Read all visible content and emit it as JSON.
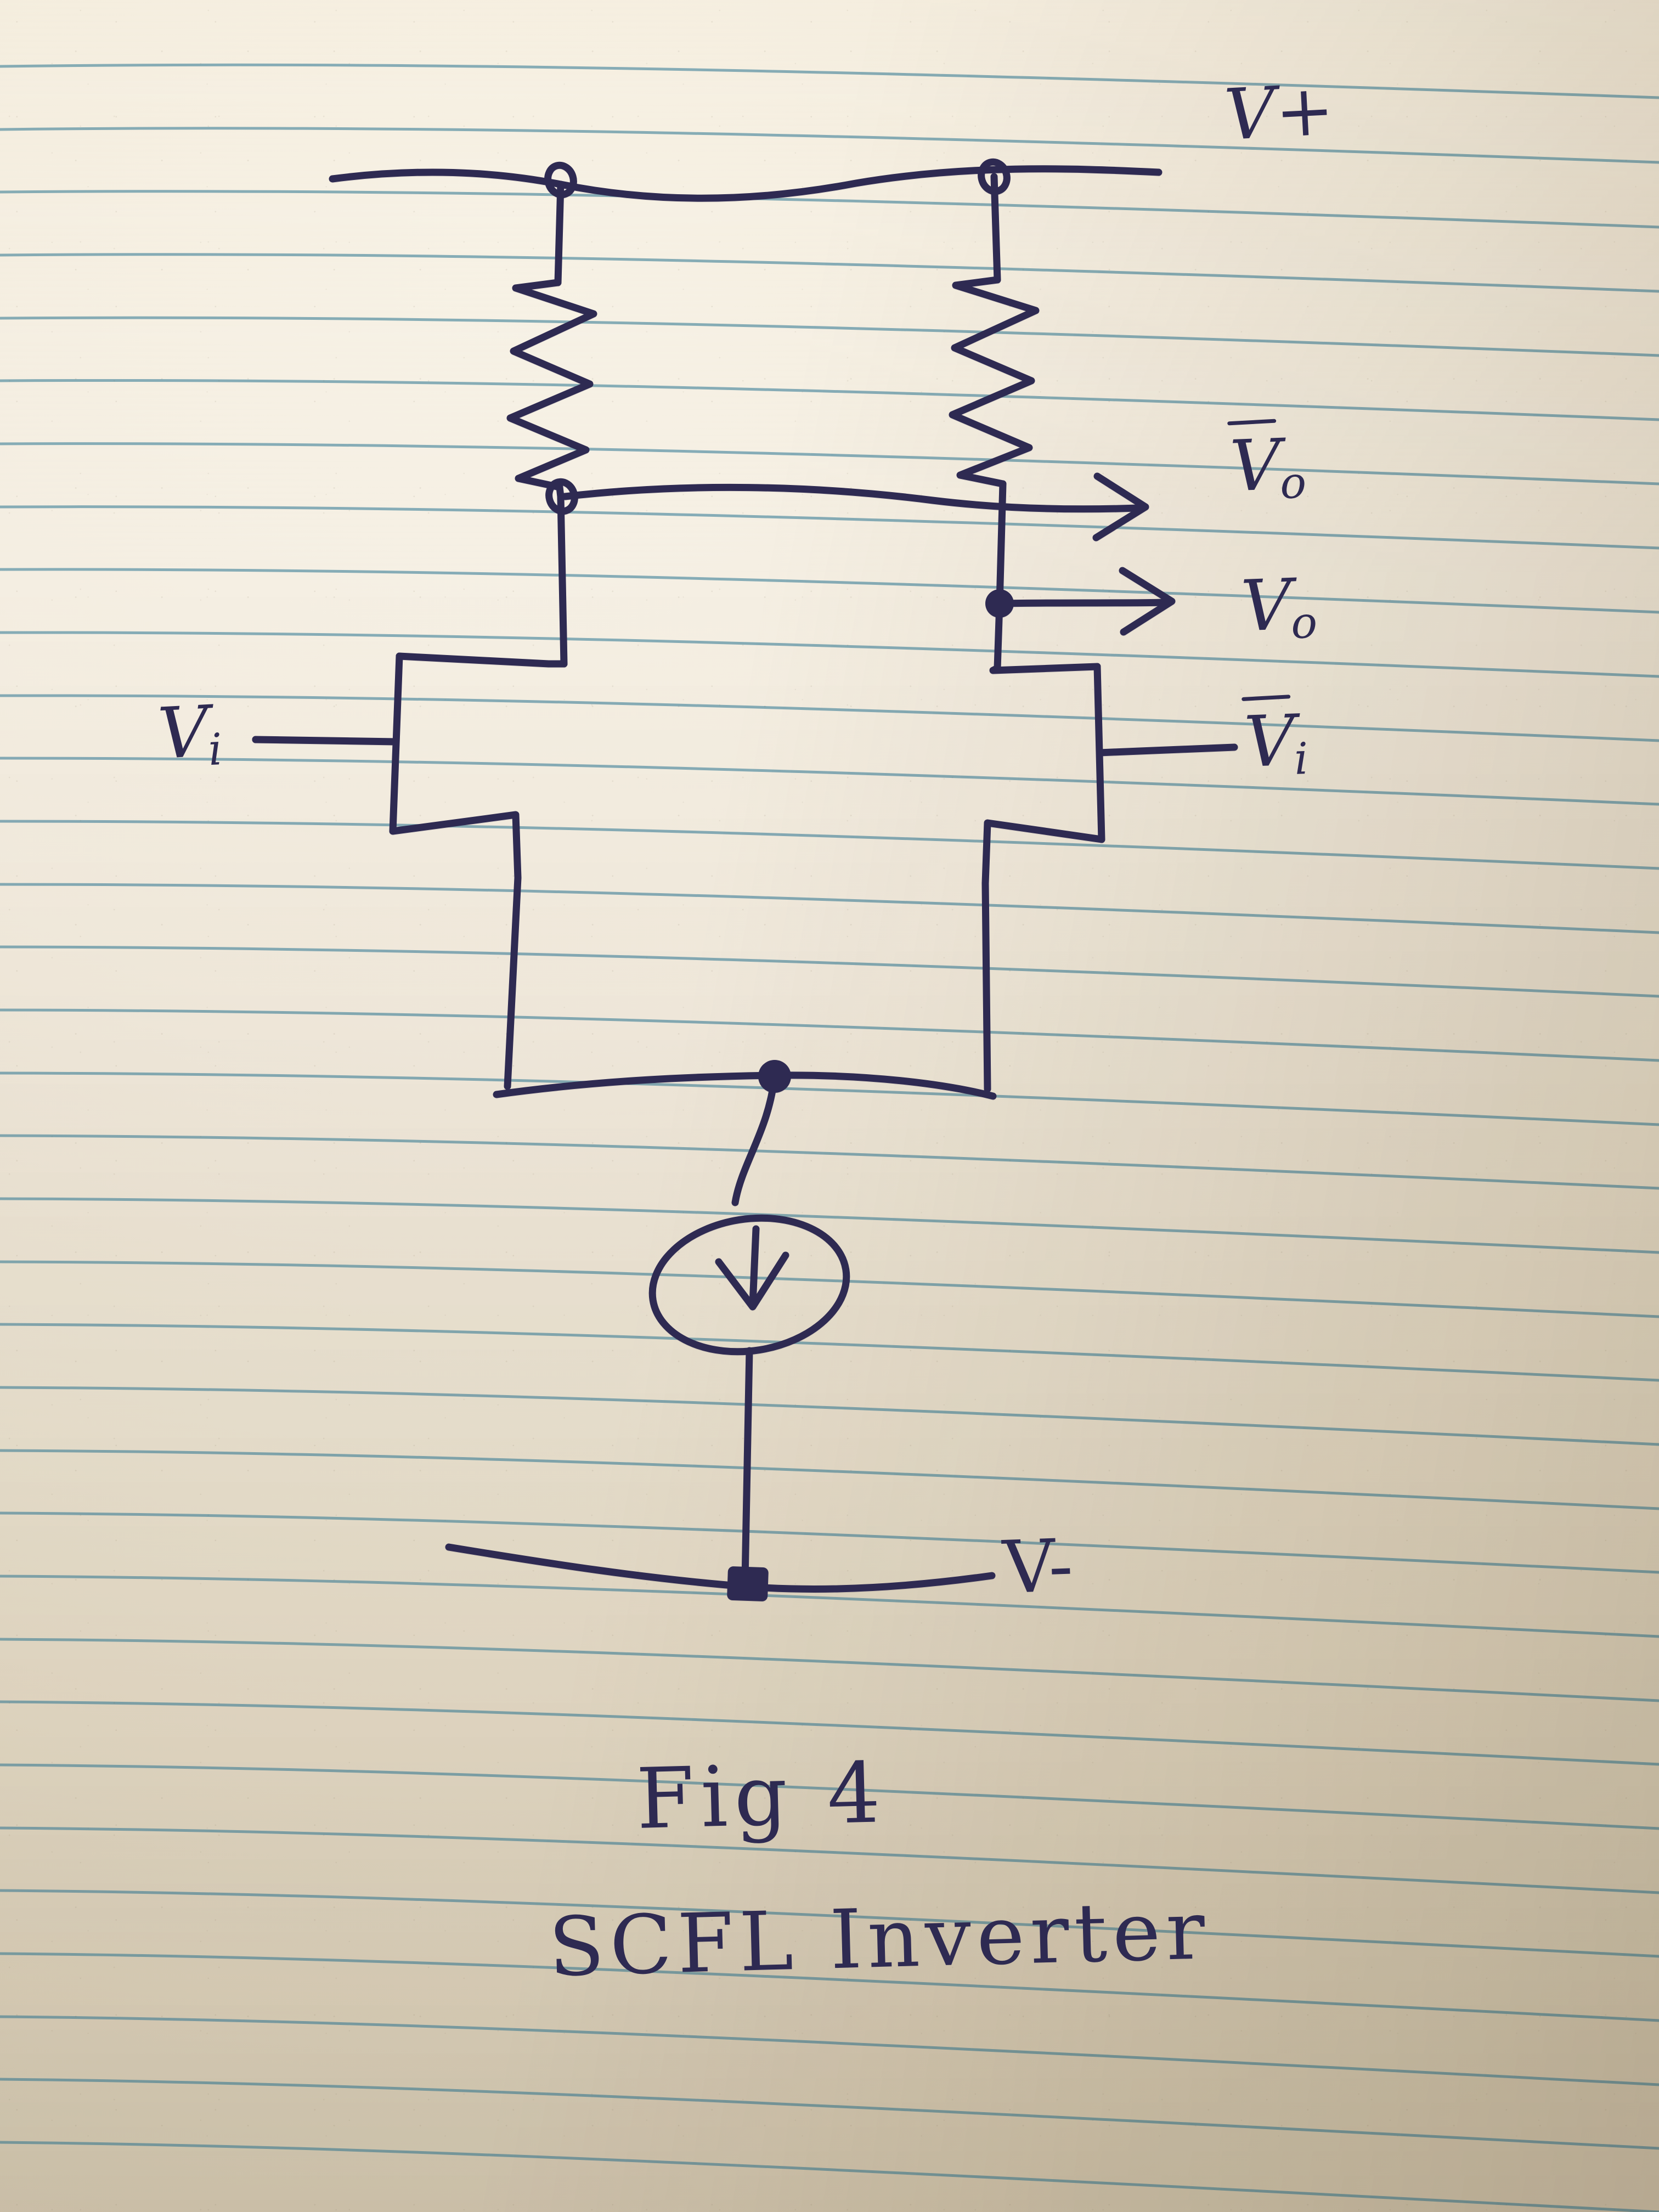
{
  "document": {
    "medium": "hand-drawn ink sketch on ruled notebook paper",
    "title": "SCFL Inverter schematic",
    "ink_color": "#2e2a52",
    "paper_color": "#f1ebdd",
    "rule_line_color": "#5c93a6"
  },
  "labels": {
    "supply_positive": "V+",
    "supply_negative": "V-",
    "output_inverted": "V",
    "output_inverted_sub": "o",
    "output_true": "V",
    "output_true_sub": "o",
    "input_true": "V",
    "input_true_sub": "i",
    "input_inverted": "V",
    "input_inverted_sub": "i"
  },
  "caption": {
    "figure_number": "Fig 4",
    "figure_title": "SCFL Inverter"
  },
  "circuit": {
    "type": "source-coupled FET logic inverter (differential pair)",
    "components": [
      {
        "name": "load-resistor-left",
        "kind": "resistor",
        "terminals": [
          "V+",
          "Vo_bar_node"
        ]
      },
      {
        "name": "load-resistor-right",
        "kind": "resistor",
        "terminals": [
          "V+",
          "Vo_node"
        ]
      },
      {
        "name": "transistor-left",
        "kind": "fet",
        "gate": "Vi",
        "drain": "Vo_bar_node",
        "source": "tail_node"
      },
      {
        "name": "transistor-right",
        "kind": "fet",
        "gate": "Vi_bar",
        "drain": "Vo_node",
        "source": "tail_node"
      },
      {
        "name": "tail-current-source",
        "kind": "current-source",
        "direction": "down",
        "terminals": [
          "tail_node",
          "V-"
        ]
      }
    ],
    "nodes": [
      {
        "name": "vplus-left-tap",
        "marker": "open-loop"
      },
      {
        "name": "vplus-right-tap",
        "marker": "open-loop"
      },
      {
        "name": "vo-bar-tap",
        "marker": "open-loop"
      },
      {
        "name": "vo-tap",
        "marker": "filled-dot"
      },
      {
        "name": "tail-node",
        "marker": "filled-dot"
      },
      {
        "name": "vminus-node",
        "marker": "filled-square"
      }
    ]
  }
}
